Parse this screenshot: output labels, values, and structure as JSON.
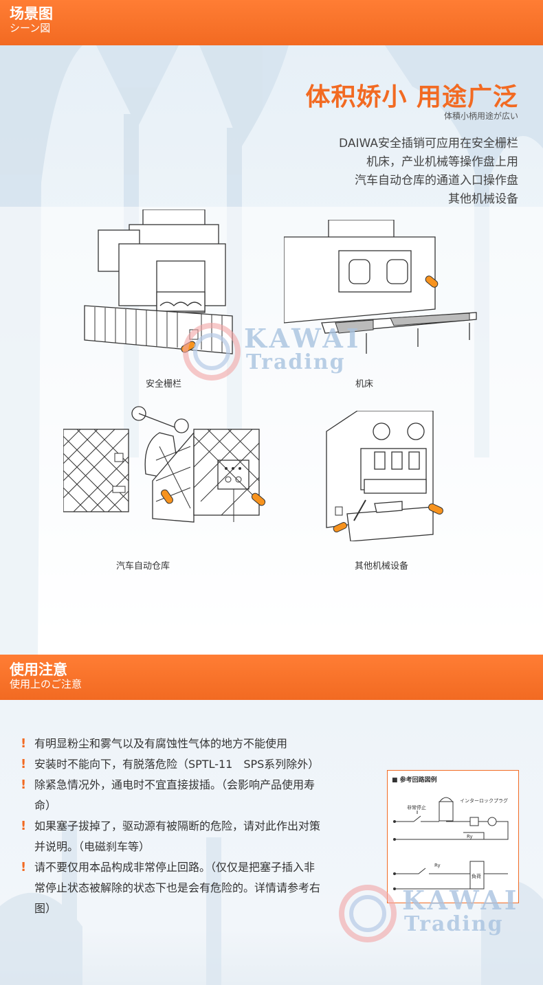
{
  "section1": {
    "title": "场景图",
    "subtitle": "シーン図",
    "headline": "体积娇小 用途广泛",
    "headline_sub": "体積小柄用途が広い",
    "desc_lines": [
      "DAIWA安全插销可应用在安全栅栏",
      "机床，产业机械等操作盘上用",
      "汽车自动仓库的通道入口操作盘",
      "其他机械设备"
    ],
    "scenes": [
      {
        "caption": "安全栅栏",
        "icon": "safety-fence-illustration"
      },
      {
        "caption": "机床",
        "icon": "machine-tool-illustration"
      },
      {
        "caption": "汽车自动仓库",
        "icon": "auto-warehouse-illustration"
      },
      {
        "caption": "其他机械设备",
        "icon": "other-machinery-illustration"
      }
    ]
  },
  "section2": {
    "title": "使用注意",
    "subtitle": "使用上のご注意",
    "notes": [
      "有明显粉尘和雾气以及有腐蚀性气体的地方不能使用",
      "安装时不能向下，有脱落危险（SPTL-11　SPS系列除外）",
      "除紧急情况外，通电时不宜直接拔插。（会影响产品使用寿命）",
      "如果塞子拔掉了，驱动源有被隔断的危险，请对此作出对策并说明。（电磁刹车等）",
      "请不要仅用本品构成非常停止回路。（仅仅是把塞子插入非常停止状态被解除的状态下也是会有危险的。详情请参考右图）"
    ],
    "circuit": {
      "title": "■ 参考回路図例",
      "label_stop": "非常停止",
      "label_plug": "インターロックプラグ",
      "label_ry": "Ry",
      "label_load": "負荷"
    }
  },
  "watermark": {
    "line1": "KAWAI",
    "line2": "Trading"
  },
  "colors": {
    "accent": "#f26a22",
    "plug": "#f7931e",
    "watermark": "#a9c3e0"
  }
}
